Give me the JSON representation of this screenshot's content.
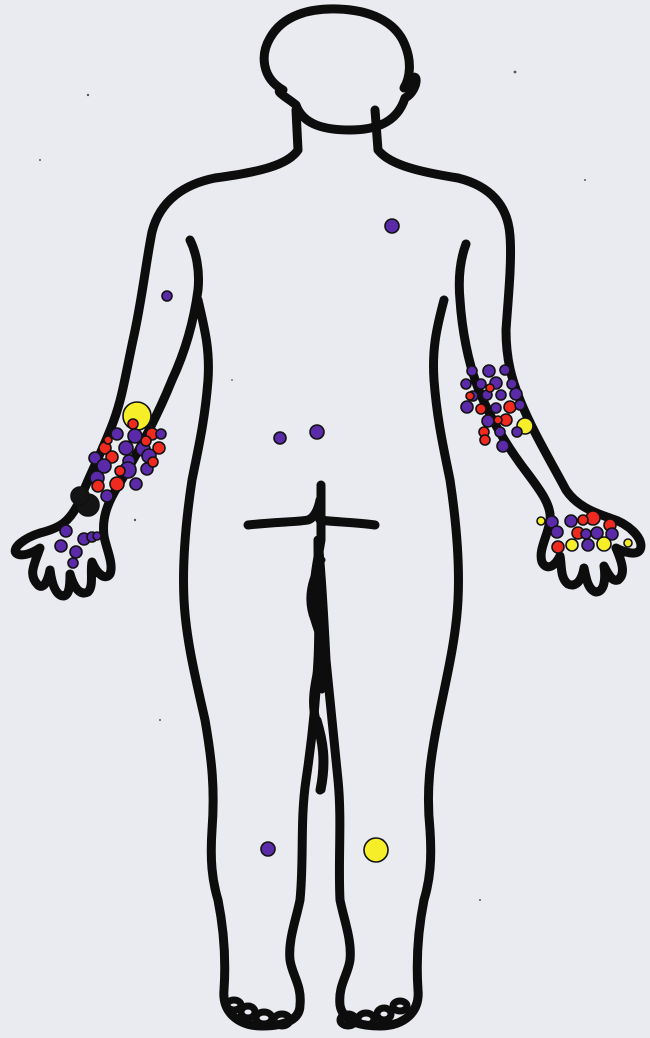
{
  "colors": {
    "paper": "#e9ebf0",
    "outline": "#0d0d0d",
    "purple": "#5a2aa8",
    "red": "#f02a1e",
    "yellow": "#f6ee28",
    "black": "#141414"
  },
  "lesion_counts": {
    "purple": 64,
    "red": 22,
    "yellow": 7,
    "black": 2
  }
}
